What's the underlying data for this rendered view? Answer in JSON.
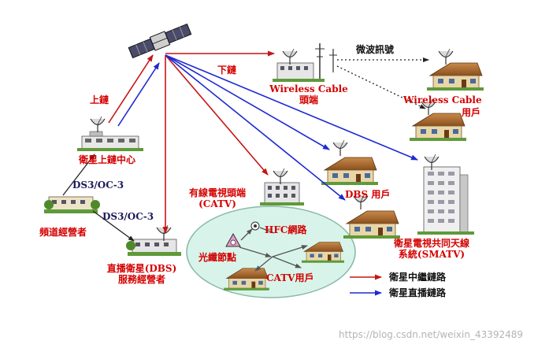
{
  "labels": {
    "uplink": "上鏈",
    "downlink": "下鏈",
    "uplink_center": "衛星上鏈中心",
    "ds3_top": "DS3/OC-3",
    "ds3_bottom": "DS3/OC-3",
    "channel_operator": "頻道經營者",
    "dbs_operator_line1": "直播衛星(DBS)",
    "dbs_operator_line2": "服務經營者",
    "catv_headend_line1": "有線電視頭端",
    "catv_headend_line2": "(CATV)",
    "hfc_network": "HFC網路",
    "fiber_node": "光纖節點",
    "catv_user": "CATV用戶",
    "wireless_headend_line1": "Wireless Cable",
    "wireless_headend_line2": "頭端",
    "microwave_signal": "微波訊號",
    "wireless_user_line1": "Wireless Cable",
    "wireless_user_line2": "用戶",
    "dbs_user": "DBS  用戶",
    "smatv_line1": "衛星電視共同天線",
    "smatv_line2": "系統(SMATV)"
  },
  "legend": [
    {
      "label": "衛星中繼鏈路",
      "color": "#c81414"
    },
    {
      "label": "衛星直播鏈路",
      "color": "#1e2ad2"
    }
  ],
  "colors": {
    "relay": "#c81414",
    "direct": "#1e2ad2",
    "label_red": "#d40000",
    "ellipse_fill": "#d8f4ea",
    "ellipse_stroke": "#8ab8a8"
  },
  "watermark": "https://blog.csdn.net/weixin_43392489"
}
